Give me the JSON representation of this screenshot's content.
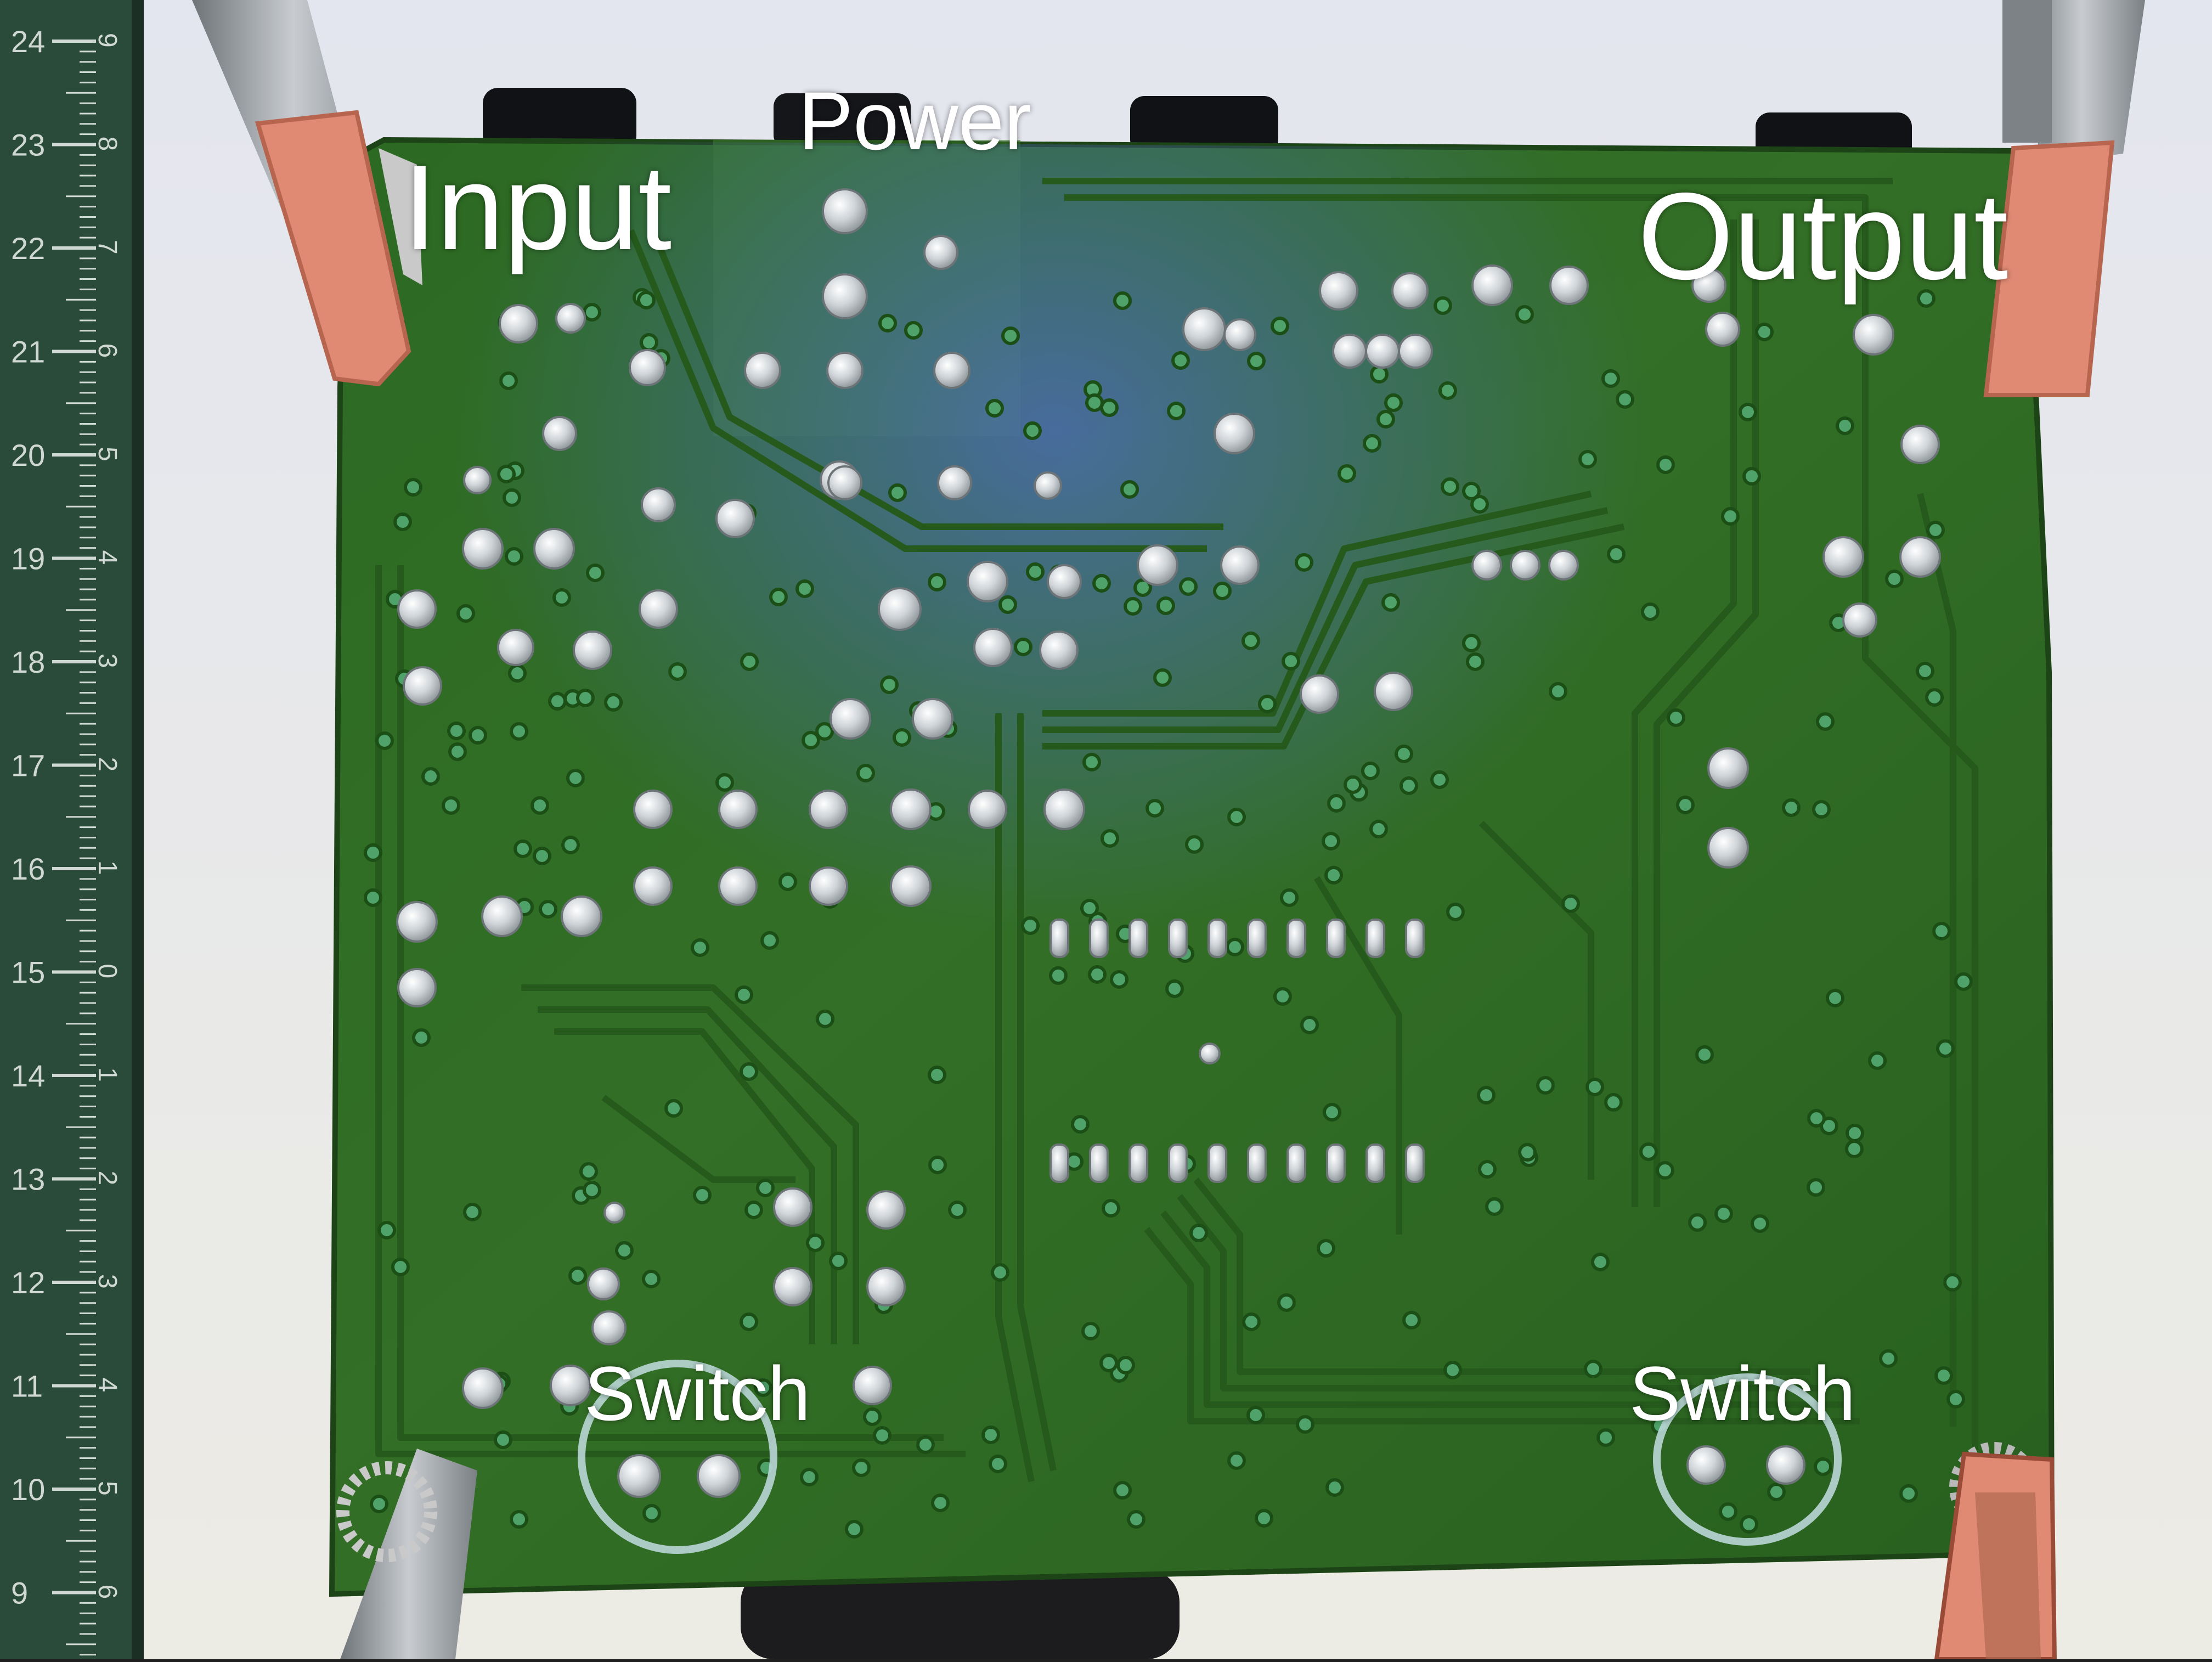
{
  "labels": {
    "input": "Input",
    "power": "Power",
    "output": "Output",
    "switch_left": "Switch",
    "switch_right": "Switch"
  },
  "ruler": {
    "cm_numbers": [
      "24",
      "23",
      "22",
      "21",
      "20",
      "19",
      "18",
      "17",
      "16",
      "15",
      "14",
      "13",
      "12",
      "11",
      "10",
      "9"
    ],
    "inch_numbers": [
      "9",
      "8",
      "7",
      "6",
      "5",
      "4",
      "3",
      "2",
      "1",
      "0",
      "1",
      "2",
      "3",
      "4",
      "5",
      "6"
    ]
  },
  "colors": {
    "pcb_green": "#2f6a24",
    "trace_green": "#255a1c",
    "solder_silver": "#d9dde0",
    "clip_steel": "#9a9fa3",
    "clip_sleeve": "#e08a74",
    "ruler_green": "#2a4a3a",
    "background": "#ecebe4",
    "label_text": "#ffffff"
  }
}
